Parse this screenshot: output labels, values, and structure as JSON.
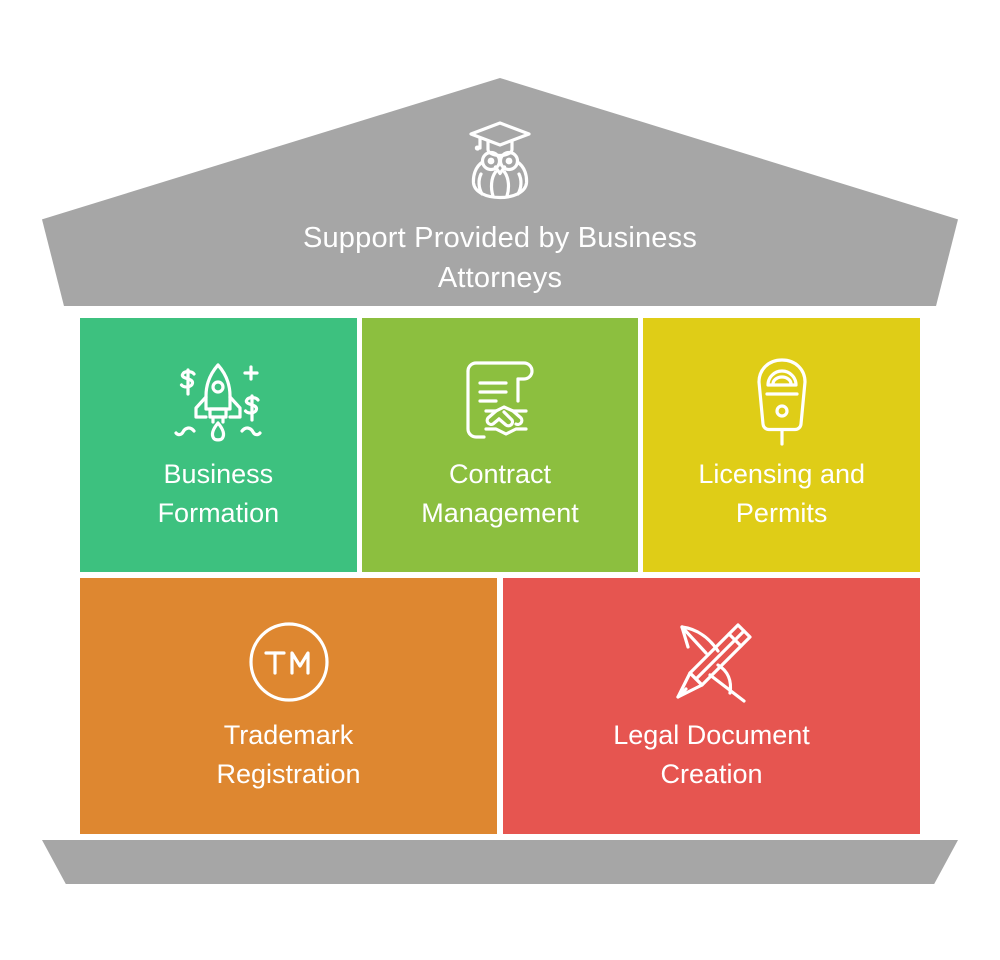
{
  "diagram": {
    "type": "house-infographic",
    "background_color": "#ffffff",
    "structure_color": "#a6a6a6"
  },
  "roof": {
    "title": "Support Provided by Business Attorneys",
    "icon": "owl-graduate-icon",
    "color": "#a6a6a6",
    "text_color": "#ffffff"
  },
  "pillars": {
    "top_row": [
      {
        "label": "Business\nFormation",
        "icon": "rocket-dollar-icon",
        "color": "#3dc17f"
      },
      {
        "label": "Contract\nManagement",
        "icon": "contract-handshake-icon",
        "color": "#8cbf3f"
      },
      {
        "label": "Licensing and\nPermits",
        "icon": "parking-meter-icon",
        "color": "#dfcd17"
      }
    ],
    "bottom_row": [
      {
        "label": "Trademark\nRegistration",
        "icon": "trademark-circle-icon",
        "color": "#de8730"
      },
      {
        "label": "Legal Document\nCreation",
        "icon": "pencil-document-icon",
        "color": "#e65550"
      }
    ]
  },
  "base": {
    "color": "#a6a6a6"
  }
}
